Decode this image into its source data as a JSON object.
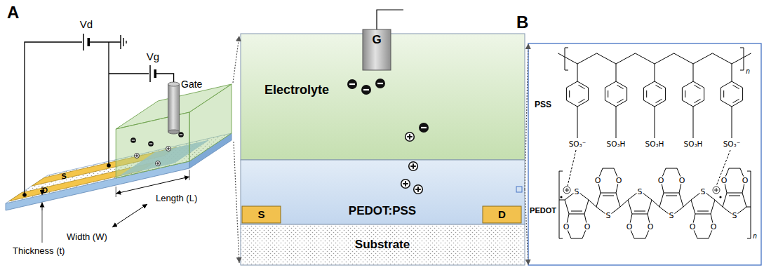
{
  "diagram": {
    "nodes": [
      {
        "text": [
          "Electrolyte"
        ]
      },
      {
        "text": [
          "G"
        ]
      },
      {
        "text": [
          "PEDOT:PSS"
        ]
      },
      {
        "text": [
          "S"
        ],
        "in": 2
      },
      {
        "text": [
          "D"
        ],
        "in": 2
      },
      {
        "text": [
          "Substrate"
        ]
      },
      {
        "text": [
          "PSS",
          "n",
          "SO₃⁻",
          "SO₃H",
          "SO₃H",
          "SO₃H",
          "SO₃⁻",
          "PEDOT",
          "O",
          "O",
          "O",
          "O",
          "O",
          "O",
          "O",
          "O",
          "O",
          "O",
          "O",
          "O",
          "S",
          "S",
          "S",
          "S",
          "S",
          "S",
          "n"
        ]
      }
    ],
    "edges": [
      {
        "from": 2,
        "to": 6,
        "arrow": "to"
      },
      {
        "from": 2,
        "to": 6,
        "arrow": "to"
      }
    ],
    "labels": [
      "A",
      "Vd",
      "Vg",
      "D",
      "S",
      "Gate",
      "Width (W)",
      "Thickness (t)",
      "Length (L)",
      "B"
    ]
  }
}
